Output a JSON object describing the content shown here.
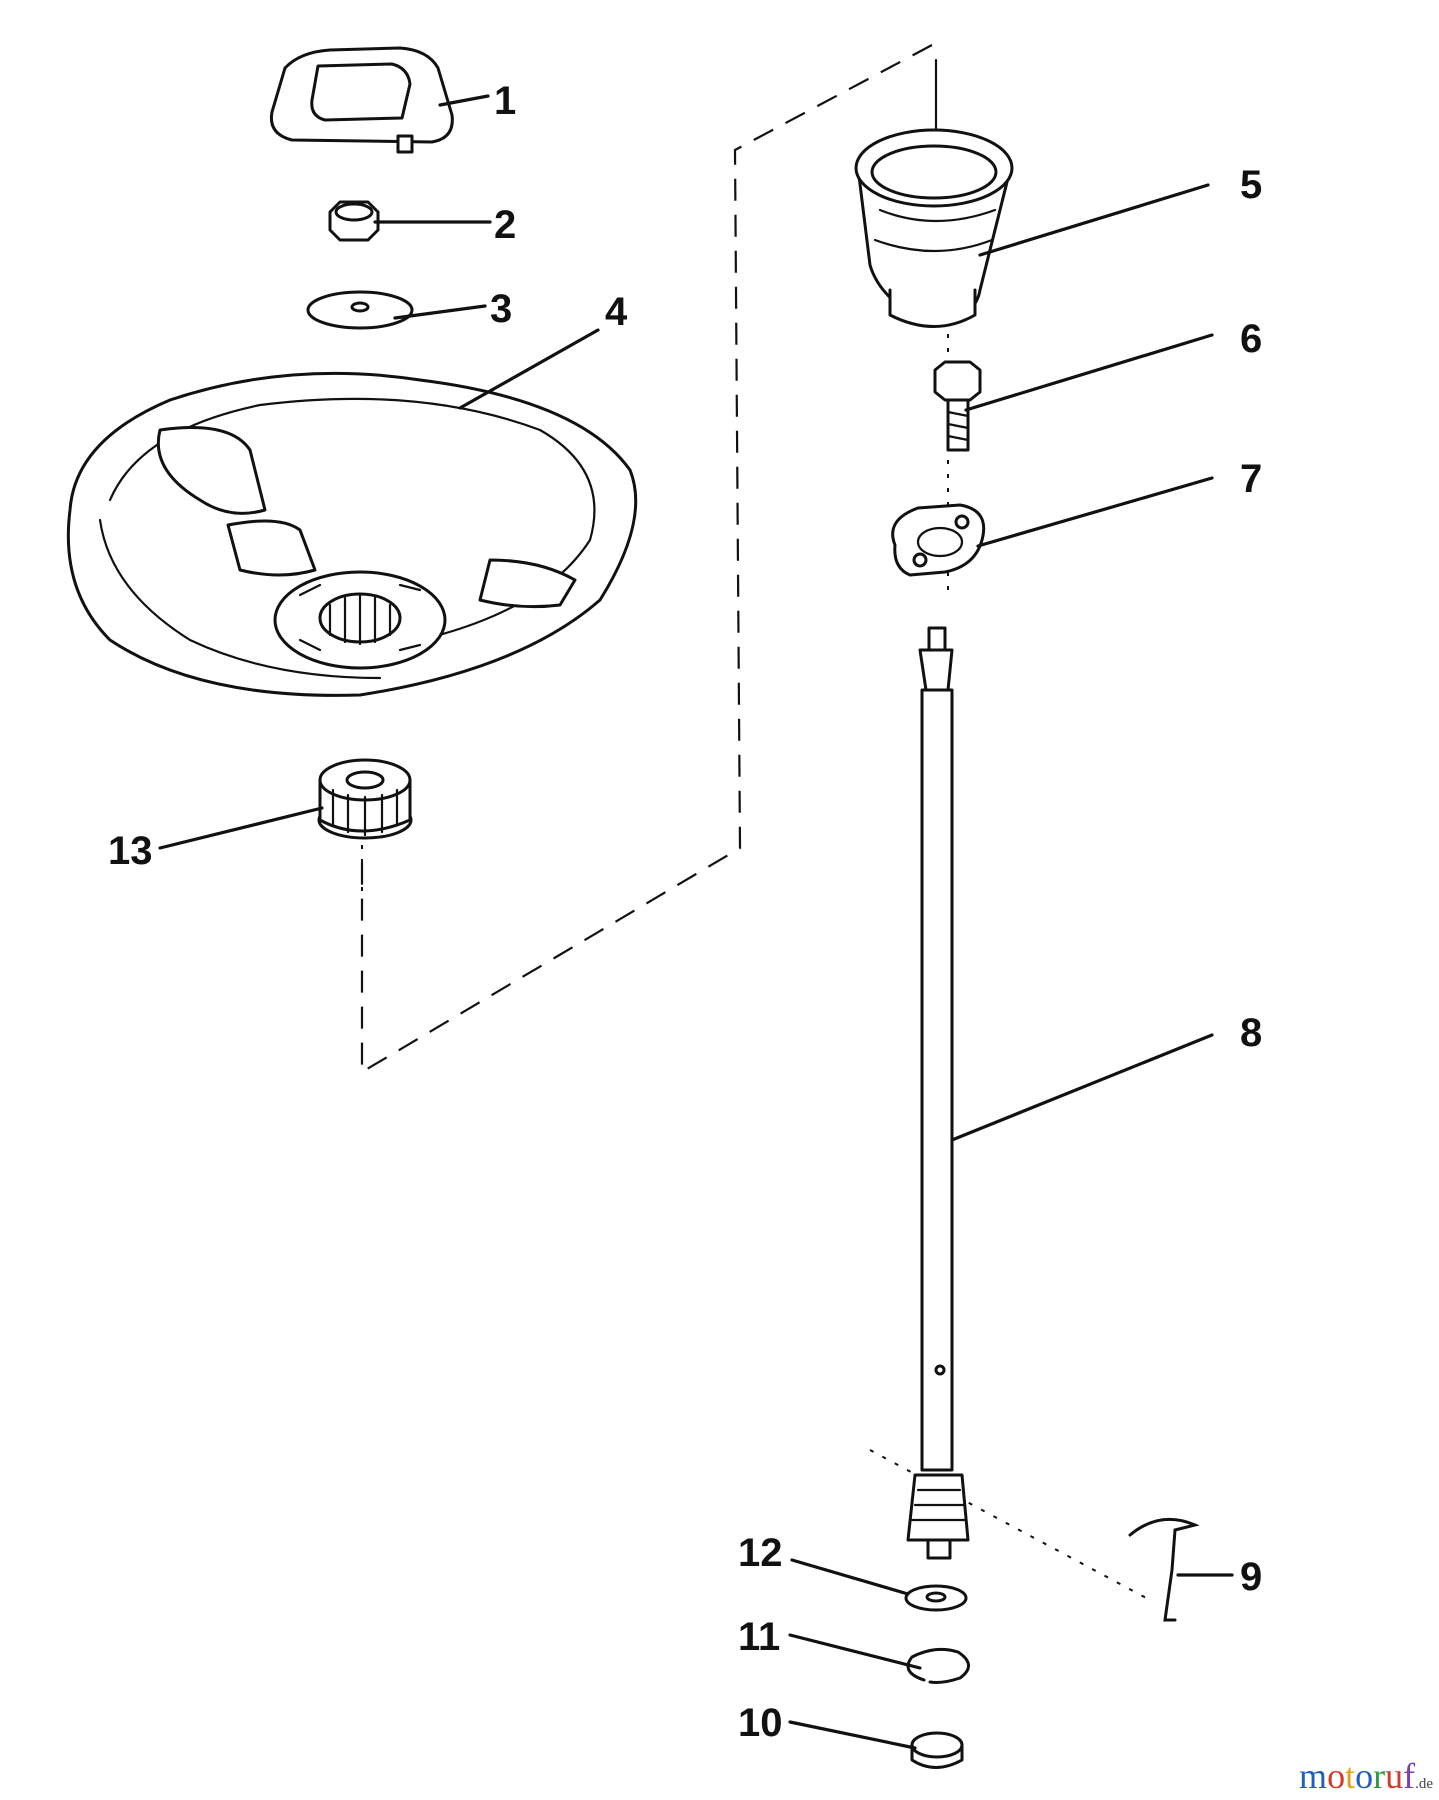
{
  "callouts": {
    "c1": "1",
    "c2": "2",
    "c3": "3",
    "c4": "4",
    "c5": "5",
    "c6": "6",
    "c7": "7",
    "c8": "8",
    "c9": "9",
    "c10": "10",
    "c11": "11",
    "c12": "12",
    "c13": "13"
  },
  "watermark": {
    "letters": [
      "m",
      "o",
      "t",
      "o",
      "r",
      "u",
      "f"
    ],
    "colors": [
      "#1f5fbf",
      "#d23a2a",
      "#e6a017",
      "#1f5fbf",
      "#2e9a44",
      "#d23a2a",
      "#7a3fb0"
    ],
    "tld": ".de"
  }
}
